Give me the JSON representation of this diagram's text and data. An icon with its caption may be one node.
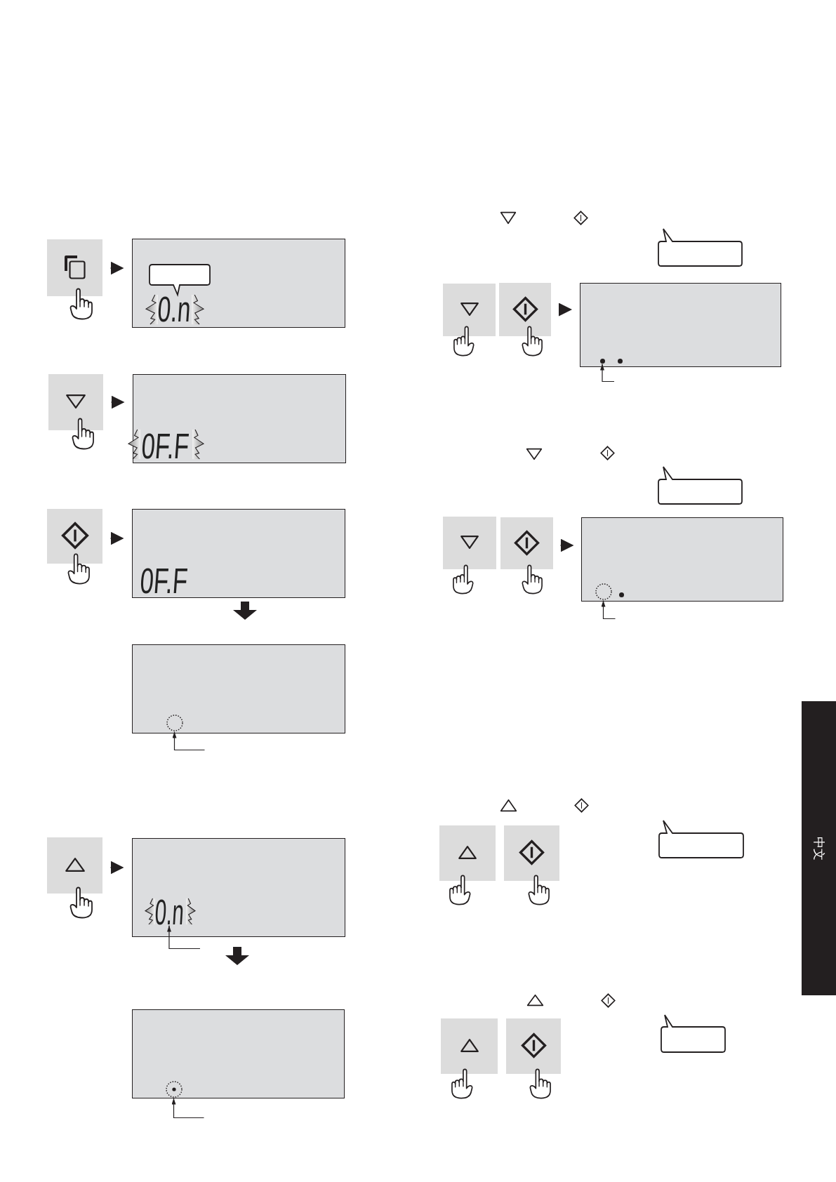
{
  "diagram": {
    "nodes": [
      {
        "text": [],
        "shape": "box"
      },
      {
        "text": [
          "0.n"
        ]
      },
      {
        "text": [],
        "shape": "bubble",
        "in": 1
      },
      {
        "text": [],
        "shape": "box"
      },
      {
        "text": [
          "0F.F"
        ]
      },
      {
        "text": [],
        "shape": "box"
      },
      {
        "text": [
          "0F.F"
        ]
      },
      {
        "text": [],
        "shape": "box"
      },
      {
        "text": [],
        "shape": "circle",
        "in": 7
      },
      {
        "text": [],
        "shape": "box"
      },
      {
        "text": [],
        "shape": "box"
      },
      {
        "text": [
          "0.n"
        ],
        "in": 10
      },
      {
        "text": [],
        "shape": "box"
      },
      {
        "text": [],
        "shape": "circle",
        "in": 12
      },
      {
        "text": [],
        "shape": "bubble"
      },
      {
        "text": [],
        "shape": "box"
      },
      {
        "text": [],
        "shape": "box"
      },
      {
        "text": [],
        "shape": "box"
      },
      {
        "text": [],
        "shape": "circle",
        "in": 17
      },
      {
        "text": [],
        "shape": "bubble"
      },
      {
        "text": [],
        "shape": "box"
      },
      {
        "text": [],
        "shape": "box"
      },
      {
        "text": [],
        "shape": "box"
      },
      {
        "text": [],
        "shape": "circle",
        "in": 22
      },
      {
        "text": [],
        "shape": "bubble"
      },
      {
        "text": [],
        "shape": "box"
      },
      {
        "text": [],
        "shape": "box"
      },
      {
        "text": [],
        "shape": "bubble"
      },
      {
        "text": [],
        "shape": "box"
      },
      {
        "text": [],
        "shape": "box"
      },
      {
        "text": [
          "中文"
        ]
      }
    ],
    "edges": [
      {
        "from": 0,
        "to": 1,
        "arrow": "to"
      },
      {
        "from": 3,
        "to": 4,
        "arrow": "to"
      },
      {
        "from": 5,
        "to": 6,
        "arrow": "to"
      },
      {
        "from": 6,
        "to": 7,
        "arrow": "to",
        "style": "thick"
      },
      {
        "from": null,
        "to": 8,
        "arrow": "to"
      },
      {
        "from": 9,
        "to": 10,
        "arrow": "to"
      },
      {
        "from": null,
        "to": 11,
        "arrow": "to"
      },
      {
        "from": 10,
        "to": 12,
        "arrow": "to",
        "style": "thick"
      },
      {
        "from": null,
        "to": 13,
        "arrow": "to"
      },
      {
        "from": 16,
        "to": 17,
        "arrow": "to"
      },
      {
        "from": null,
        "to": 18,
        "arrow": "to"
      },
      {
        "from": 21,
        "to": 22,
        "arrow": "to"
      },
      {
        "from": null,
        "to": 23,
        "arrow": "to"
      }
    ]
  }
}
